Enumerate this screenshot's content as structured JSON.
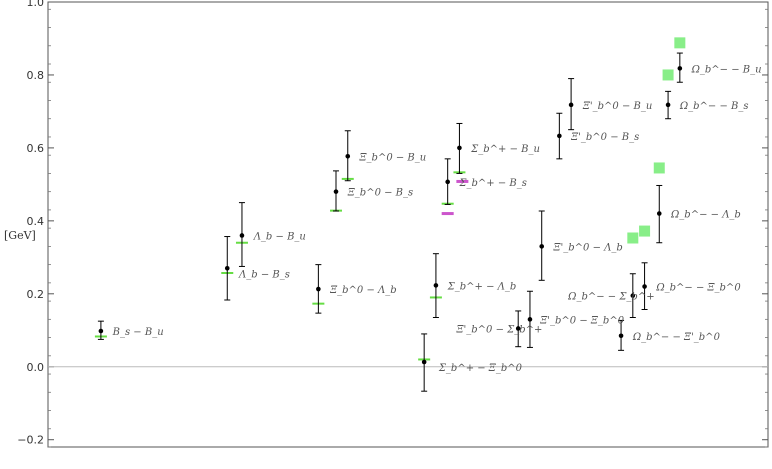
{
  "chart_data": {
    "type": "scatter",
    "ylabel": "[GeV]",
    "ylim": [
      -0.22,
      1.0
    ],
    "yticks": [
      -0.2,
      0.0,
      0.2,
      0.4,
      0.6,
      0.8,
      1.0
    ],
    "ytick_labels": [
      "−0.2",
      "0.0",
      "0.2",
      "0.4",
      "0.6",
      "0.8",
      "1.0"
    ],
    "xlim": [
      0,
      24.5
    ],
    "grid": false,
    "zero_line": true,
    "colors": {
      "point": "#000000",
      "green": "#66dd44",
      "magenta": "#cc55cc",
      "square": "#88ee88",
      "zero": "#bbbbbb"
    },
    "points": [
      {
        "x": 1.8,
        "y": 0.098,
        "lo": 0.075,
        "hi": 0.125
      },
      {
        "x": 6.1,
        "y": 0.27,
        "lo": 0.183,
        "hi": 0.357
      },
      {
        "x": 6.6,
        "y": 0.36,
        "lo": 0.275,
        "hi": 0.45
      },
      {
        "x": 9.2,
        "y": 0.213,
        "lo": 0.147,
        "hi": 0.28
      },
      {
        "x": 9.8,
        "y": 0.48,
        "lo": 0.427,
        "hi": 0.537
      },
      {
        "x": 10.2,
        "y": 0.577,
        "lo": 0.51,
        "hi": 0.647
      },
      {
        "x": 12.8,
        "y": 0.013,
        "lo": -0.067,
        "hi": 0.09
      },
      {
        "x": 13.2,
        "y": 0.223,
        "lo": 0.135,
        "hi": 0.31
      },
      {
        "x": 13.6,
        "y": 0.507,
        "lo": 0.445,
        "hi": 0.57
      },
      {
        "x": 14.0,
        "y": 0.6,
        "lo": 0.53,
        "hi": 0.667
      },
      {
        "x": 16.0,
        "y": 0.105,
        "lo": 0.055,
        "hi": 0.153
      },
      {
        "x": 16.4,
        "y": 0.13,
        "lo": 0.053,
        "hi": 0.207
      },
      {
        "x": 16.8,
        "y": 0.33,
        "lo": 0.237,
        "hi": 0.427
      },
      {
        "x": 17.4,
        "y": 0.633,
        "lo": 0.57,
        "hi": 0.695
      },
      {
        "x": 17.8,
        "y": 0.718,
        "lo": 0.65,
        "hi": 0.79
      },
      {
        "x": 19.5,
        "y": 0.085,
        "lo": 0.045,
        "hi": 0.127
      },
      {
        "x": 19.9,
        "y": 0.195,
        "lo": 0.135,
        "hi": 0.255
      },
      {
        "x": 20.3,
        "y": 0.22,
        "lo": 0.157,
        "hi": 0.285
      },
      {
        "x": 20.8,
        "y": 0.42,
        "lo": 0.34,
        "hi": 0.497
      },
      {
        "x": 21.1,
        "y": 0.718,
        "lo": 0.68,
        "hi": 0.755
      },
      {
        "x": 21.5,
        "y": 0.818,
        "lo": 0.78,
        "hi": 0.86
      }
    ],
    "green_markers": [
      {
        "x": 1.8,
        "y": 0.083
      },
      {
        "x": 6.1,
        "y": 0.257
      },
      {
        "x": 6.6,
        "y": 0.34
      },
      {
        "x": 9.2,
        "y": 0.173
      },
      {
        "x": 9.8,
        "y": 0.428
      },
      {
        "x": 10.2,
        "y": 0.515
      },
      {
        "x": 12.8,
        "y": 0.02
      },
      {
        "x": 13.2,
        "y": 0.19
      },
      {
        "x": 13.6,
        "y": 0.447
      },
      {
        "x": 14.0,
        "y": 0.533
      }
    ],
    "magenta_markers": [
      {
        "x": 13.6,
        "y": 0.42
      },
      {
        "x": 14.1,
        "y": 0.508
      }
    ],
    "square_markers": [
      {
        "x": 19.9,
        "y": 0.353
      },
      {
        "x": 20.3,
        "y": 0.372
      },
      {
        "x": 20.8,
        "y": 0.545
      },
      {
        "x": 21.1,
        "y": 0.8
      },
      {
        "x": 21.5,
        "y": 0.888
      }
    ],
    "labels": [
      {
        "x": 2.2,
        "y": 0.098,
        "text": "B_s − B_u"
      },
      {
        "x": 7.0,
        "y": 0.36,
        "text": "Λ_b − B_u"
      },
      {
        "x": 6.5,
        "y": 0.255,
        "text": "Λ_b − B_s"
      },
      {
        "x": 9.6,
        "y": 0.213,
        "text": "Ξ_b^0 − Λ_b"
      },
      {
        "x": 10.6,
        "y": 0.577,
        "text": "Ξ_b^0 − B_u"
      },
      {
        "x": 10.2,
        "y": 0.48,
        "text": "Ξ_b^0 − B_s"
      },
      {
        "x": 13.3,
        "y": 0.0,
        "text": "Σ_b^+ − Ξ_b^0"
      },
      {
        "x": 13.6,
        "y": 0.223,
        "text": "Σ_b^+ − Λ_b"
      },
      {
        "x": 14.4,
        "y": 0.6,
        "text": "Σ_b^+ − B_u"
      },
      {
        "x": 14.0,
        "y": 0.507,
        "text": "Σ_b^+ − B_s"
      },
      {
        "x": 13.9,
        "y": 0.105,
        "text": "Ξ'_b^0 − Σ_b^+"
      },
      {
        "x": 16.75,
        "y": 0.13,
        "text": "Ξ'_b^0 − Ξ_b^0"
      },
      {
        "x": 17.2,
        "y": 0.33,
        "text": "Ξ'_b^0 − Λ_b"
      },
      {
        "x": 18.2,
        "y": 0.718,
        "text": "Ξ'_b^0 − B_u"
      },
      {
        "x": 17.8,
        "y": 0.633,
        "text": "Ξ'_b^0 − B_s"
      },
      {
        "x": 19.9,
        "y": 0.085,
        "text": "Ω_b^− − Ξ'_b^0"
      },
      {
        "x": 17.7,
        "y": 0.195,
        "text": "Ω_b^− − Σ_b^+"
      },
      {
        "x": 20.7,
        "y": 0.22,
        "text": "Ω_b^− − Ξ_b^0"
      },
      {
        "x": 21.2,
        "y": 0.42,
        "text": "Ω_b^− − Λ_b"
      },
      {
        "x": 21.5,
        "y": 0.718,
        "text": "Ω_b^− − B_s"
      },
      {
        "x": 21.9,
        "y": 0.818,
        "text": "Ω_b^− − B_u"
      }
    ]
  }
}
